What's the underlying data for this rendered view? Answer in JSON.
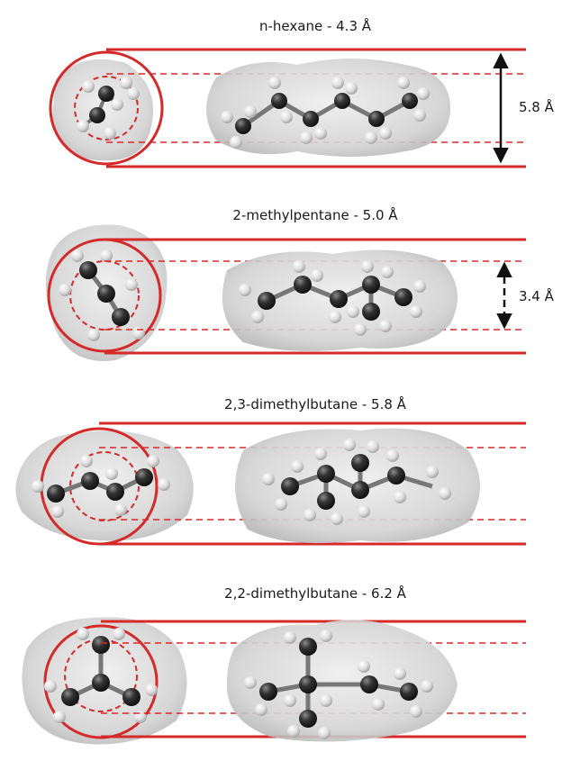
{
  "panels": [
    {
      "title": "n-hexane - 4.3 Å",
      "dimension": "5.8 Å"
    },
    {
      "title": "2-methylpentane - 5.0 Å",
      "dimension": "3.4 Å"
    },
    {
      "title": "2,3-dimethylbutane - 5.8 Å",
      "dimension": ""
    },
    {
      "title": "2,2-dimethylbutane - 6.2 Å",
      "dimension": ""
    }
  ],
  "colors": {
    "outline": "#d42a2a",
    "carbon": "#2a2a2a",
    "hydrogen": "#eeeeee",
    "surface": "#d8d8d8"
  }
}
